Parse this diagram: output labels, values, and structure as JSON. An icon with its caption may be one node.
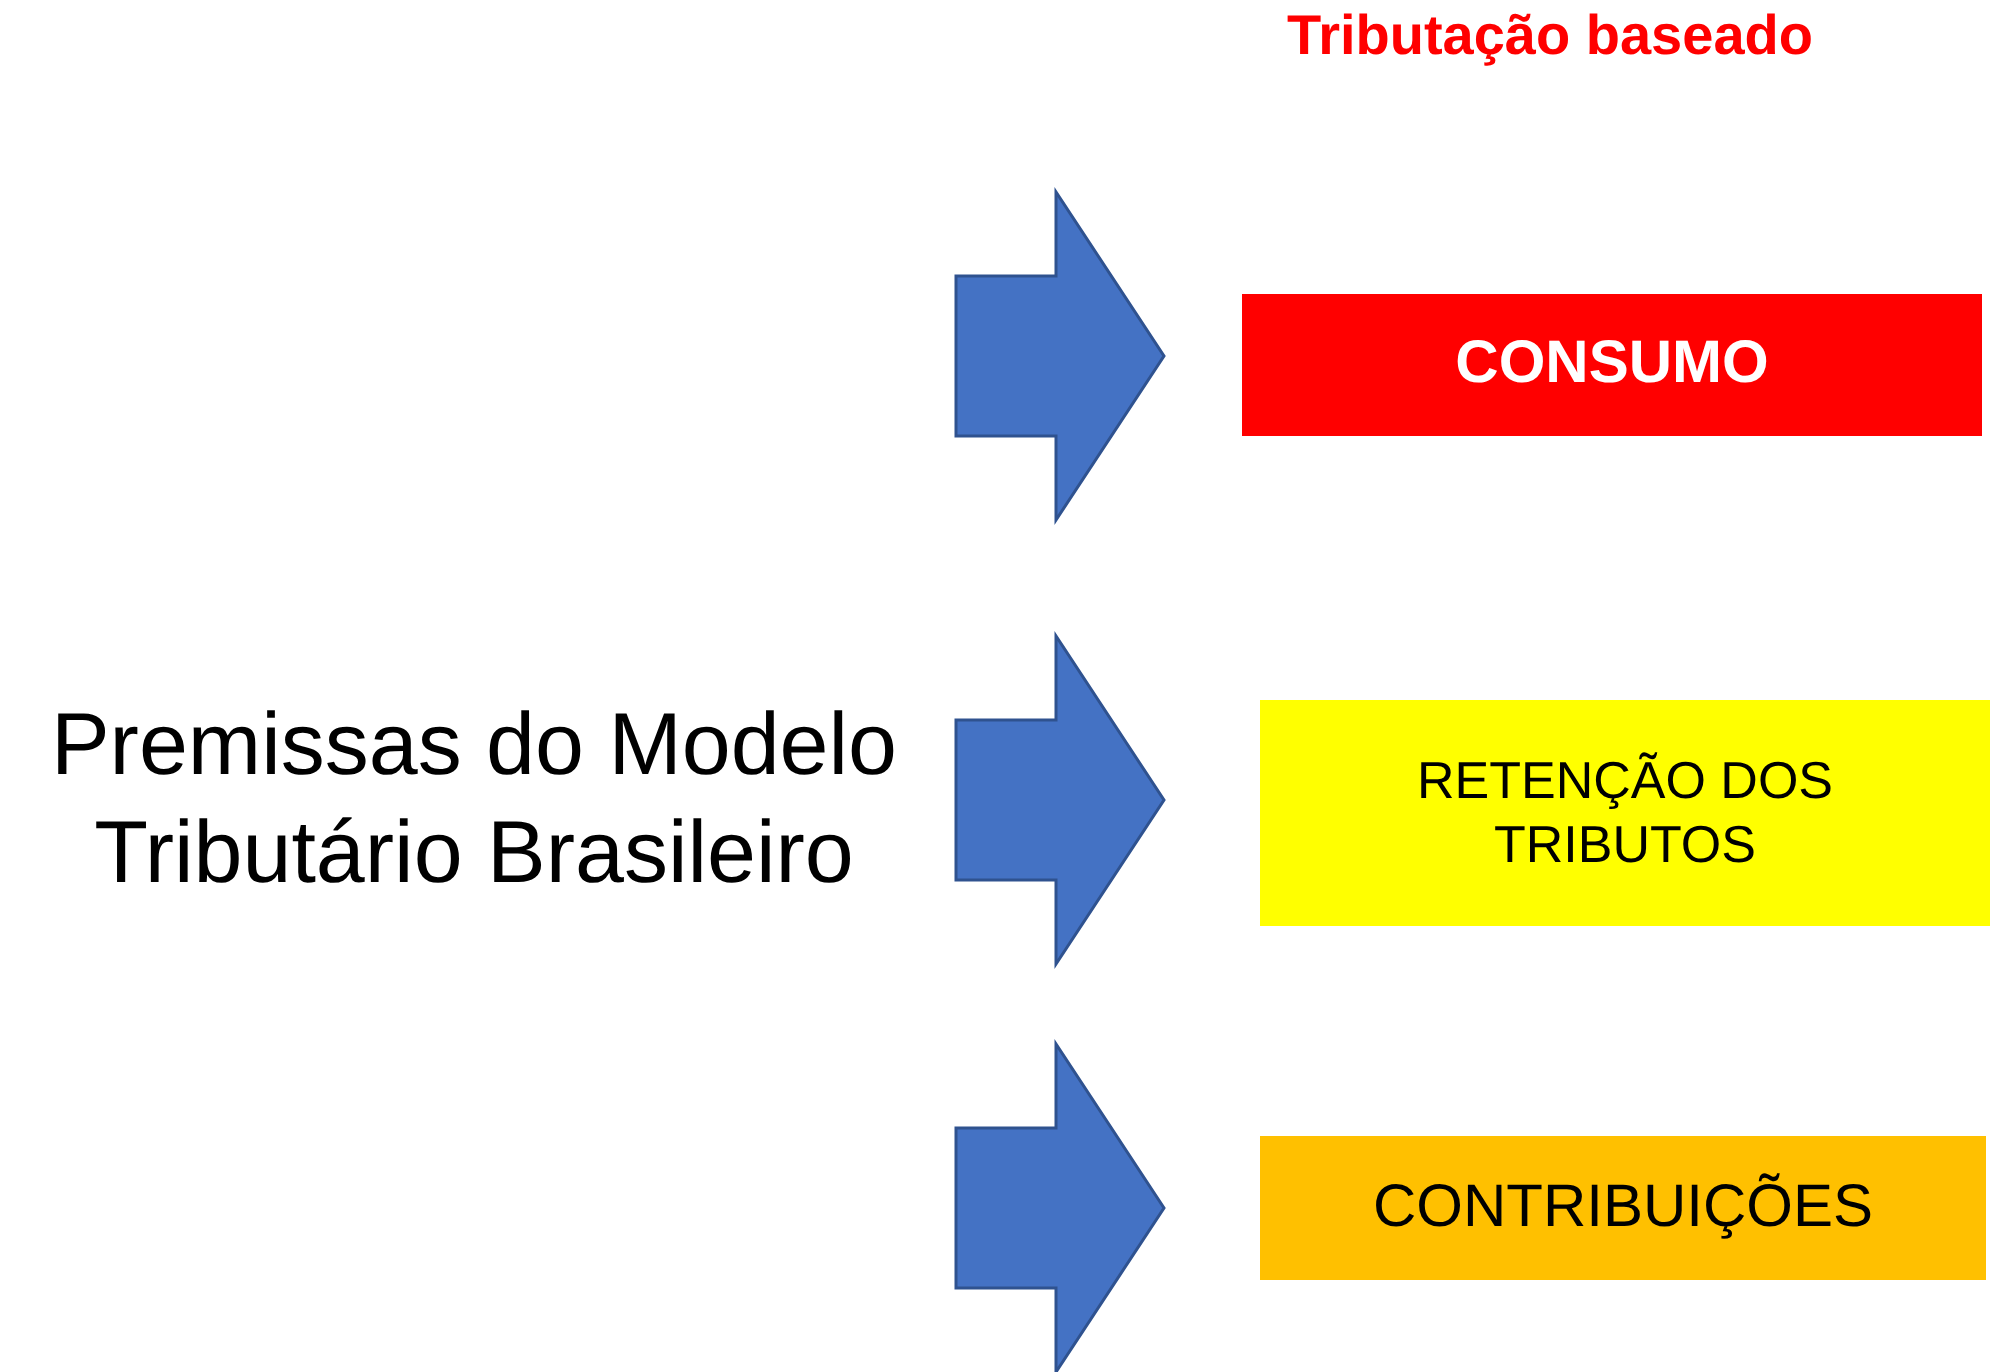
{
  "diagram": {
    "title": "Tributação baseado",
    "nodes": [
      {
        "text": [
          "Premissas do Modelo Tributário Brasileiro"
        ]
      },
      {
        "text": [
          "CONSUMO"
        ]
      },
      {
        "text": [
          "RETENÇÃO DOS TRIBUTOS"
        ]
      },
      {
        "text": [
          "CONTRIBUIÇÕES"
        ]
      }
    ],
    "edges": [
      {
        "from": 0,
        "to": 1,
        "arrow": "to"
      },
      {
        "from": 0,
        "to": 2,
        "arrow": "to"
      },
      {
        "from": 0,
        "to": 3,
        "arrow": "to"
      }
    ]
  }
}
